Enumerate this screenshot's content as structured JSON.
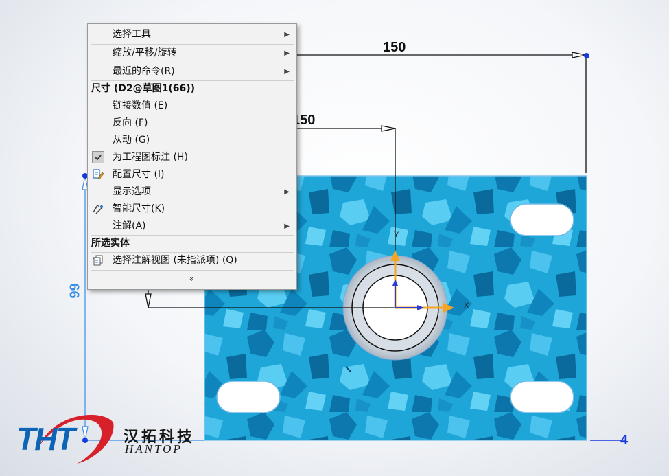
{
  "dimensions": {
    "top_width": "150",
    "center_horizontal": "150",
    "left_vertical": "66",
    "right_marker": "4"
  },
  "axes": {
    "x": "X",
    "y": "Y"
  },
  "context_menu": {
    "items": [
      {
        "label": "选择工具",
        "submenu": true
      },
      {
        "label": "缩放/平移/旋转",
        "submenu": true
      },
      {
        "label": "最近的命令(R)",
        "submenu": true
      }
    ],
    "dimension_header": "尺寸 (D2@草图1(66))",
    "dimension_items": [
      {
        "label": "链接数值 (E)"
      },
      {
        "label": "反向 (F)"
      },
      {
        "label": "从动 (G)"
      },
      {
        "label": "为工程图标注 (H)",
        "checked": true
      },
      {
        "label": "配置尺寸 (I)",
        "icon": "configure-dimension-icon"
      },
      {
        "label": "显示选项",
        "submenu": true
      },
      {
        "label": "智能尺寸(K)",
        "icon": "smart-dimension-icon"
      },
      {
        "label": "注解(A)",
        "submenu": true
      }
    ],
    "entity_header": "所选实体",
    "entity_items": [
      {
        "label": "选择注解视图 (未指派项) (Q)",
        "icon": "annotation-view-icon"
      }
    ],
    "expand_glyph": "»"
  },
  "logo": {
    "letters": "THT",
    "cn": "汉拓科技",
    "en": "HANTOP"
  },
  "colors": {
    "plate": "#1fa6d8",
    "menu_bg": "#f2f2f2",
    "dimension_blue": "#3a8ee8",
    "arrow_red": "#e8322a",
    "triad_orange": "#f5a623",
    "logo_blue": "#0d63b5",
    "logo_red": "#d8202a"
  }
}
